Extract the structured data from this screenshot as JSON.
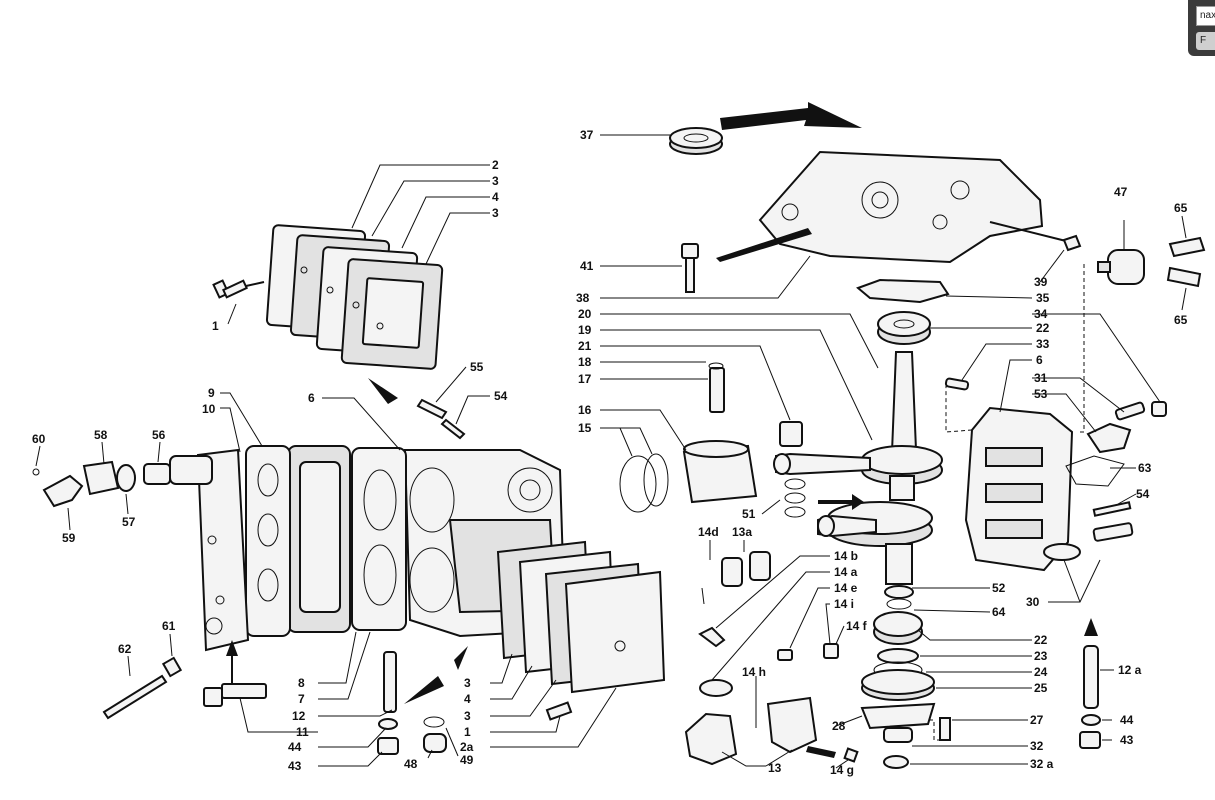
{
  "widget": {
    "input_text": "nax",
    "button_label": "F"
  },
  "labels": {
    "l2": "2",
    "l3a": "3",
    "l4a": "4",
    "l3b": "3",
    "l1a": "1",
    "l55": "55",
    "l54a": "54",
    "l6a": "6",
    "l9": "9",
    "l10": "10",
    "l60": "60",
    "l58": "58",
    "l56": "56",
    "l57": "57",
    "l59": "59",
    "l61": "61",
    "l62": "62",
    "l8": "8",
    "l7": "7",
    "l12": "12",
    "l11": "11",
    "l44a": "44",
    "l43a": "43",
    "l48": "48",
    "l49": "49",
    "l3c": "3",
    "l4b": "4",
    "l3d": "3",
    "l1b": "1",
    "l2a": "2a",
    "l37": "37",
    "l41": "41",
    "l38": "38",
    "l20": "20",
    "l19": "19",
    "l21": "21",
    "l18": "18",
    "l17": "17",
    "l16": "16",
    "l15": "15",
    "l51": "51",
    "l14d": "14d",
    "l13a": "13a",
    "l14b": "14 b",
    "l14a": "14 a",
    "l14e": "14 e",
    "l14i": "14 i",
    "l14f": "14 f",
    "l14h": "14 h",
    "l13": "13",
    "l14g": "14 g",
    "l28": "28",
    "l47": "47",
    "l65a": "65",
    "l65b": "65",
    "l39": "39",
    "l35": "35",
    "l34": "34",
    "l22a": "22",
    "l33": "33",
    "l6b": "6",
    "l31": "31",
    "l53": "53",
    "l63": "63",
    "l54b": "54",
    "l52": "52",
    "l64": "64",
    "l22b": "22",
    "l23": "23",
    "l24": "24",
    "l25": "25",
    "l27": "27",
    "l32": "32",
    "l32a": "32 a",
    "l30": "30",
    "l12a": "12 a",
    "l44b": "44",
    "l43b": "43"
  }
}
